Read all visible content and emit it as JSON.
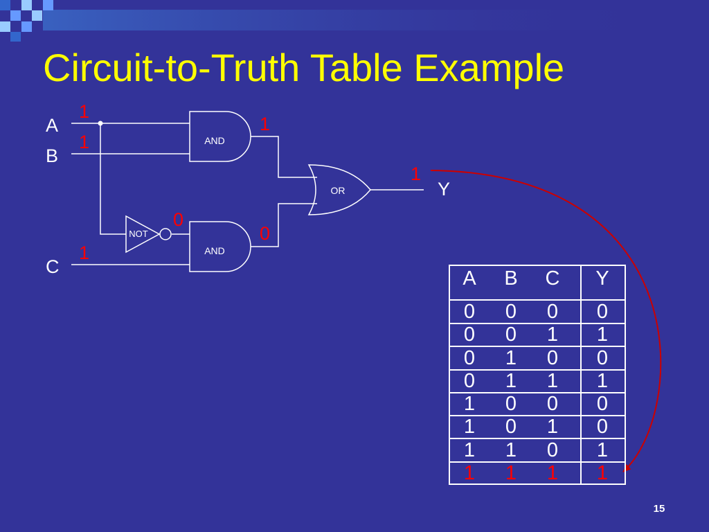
{
  "slide": {
    "title": "Circuit-to-Truth Table Example",
    "page_number": "15"
  },
  "colors": {
    "background": "#333399",
    "title": "#ffff00",
    "wire": "#ffffff",
    "value_label": "#ff0000",
    "arrow": "#cc0000",
    "corner_squares": [
      "#3366cc",
      "#6699ff",
      "#99ccff"
    ]
  },
  "circuit": {
    "inputs": [
      {
        "name": "A",
        "value": "1"
      },
      {
        "name": "B",
        "value": "1"
      },
      {
        "name": "C",
        "value": "1"
      }
    ],
    "gates": {
      "and_top": {
        "label": "AND",
        "output_value": "1"
      },
      "not_gate": {
        "label": "NOT",
        "output_value": "0"
      },
      "and_bottom": {
        "label": "AND",
        "output_value": "0"
      },
      "or_gate": {
        "label": "OR",
        "output_value": "1"
      }
    },
    "output": {
      "name": "Y"
    }
  },
  "truth_table": {
    "headers": [
      "A",
      "B",
      "C",
      "Y"
    ],
    "rows": [
      [
        "0",
        "0",
        "0",
        "0"
      ],
      [
        "0",
        "0",
        "1",
        "1"
      ],
      [
        "0",
        "1",
        "0",
        "0"
      ],
      [
        "0",
        "1",
        "1",
        "1"
      ],
      [
        "1",
        "0",
        "0",
        "0"
      ],
      [
        "1",
        "0",
        "1",
        "0"
      ],
      [
        "1",
        "1",
        "0",
        "1"
      ],
      [
        "1",
        "1",
        "1",
        "1"
      ]
    ],
    "highlight_row": 7,
    "highlight_color": "#ff0000"
  }
}
